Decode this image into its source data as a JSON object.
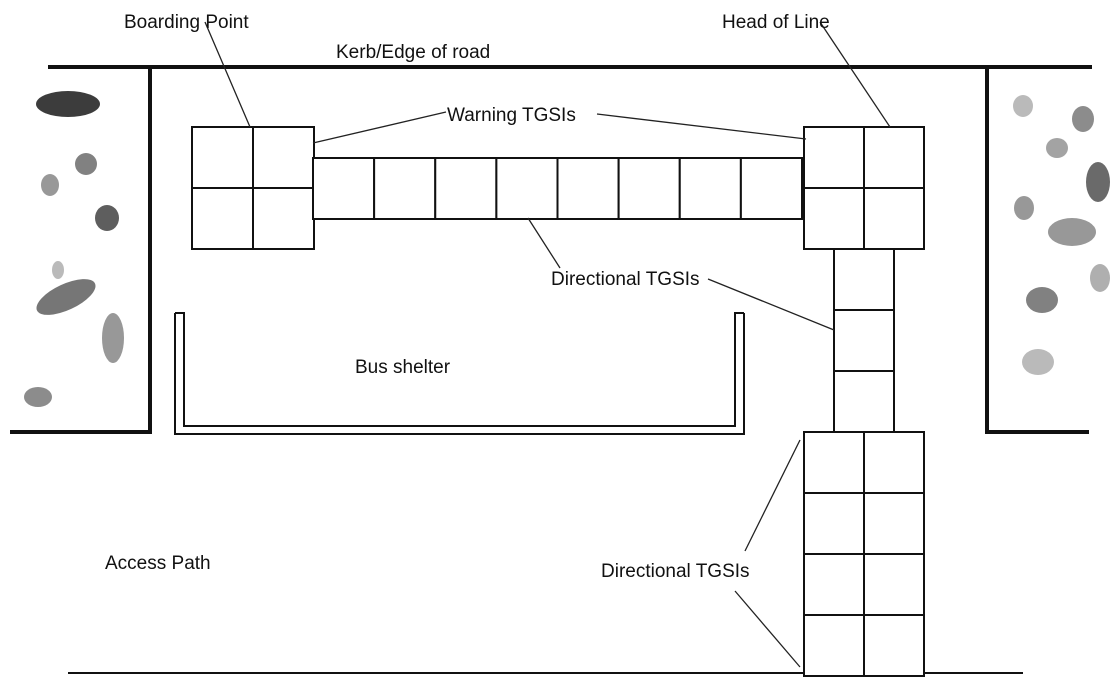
{
  "labels": {
    "boarding_point": "Boarding Point",
    "head_of_line": "Head of Line",
    "kerb": "Kerb/Edge of road",
    "warning_tgsis": "Warning TGSIs",
    "directional_tgsis_upper": "Directional TGSIs",
    "bus_shelter": "Bus shelter",
    "access_path": "Access Path",
    "directional_tgsis_lower": "Directional TGSIs"
  },
  "colors": {
    "line": "#111111",
    "background": "#ffffff",
    "foliage": "#1a1a1a"
  }
}
